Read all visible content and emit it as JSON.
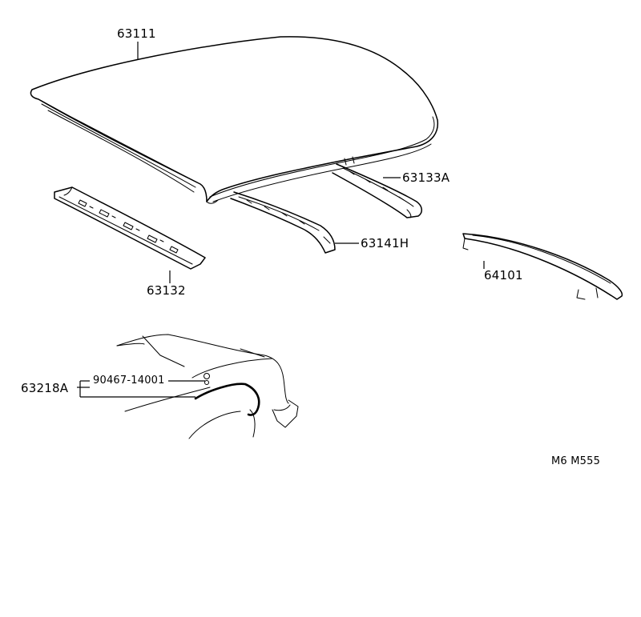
{
  "parts": {
    "roof_panel": "63111",
    "roof_rail_front": "63132",
    "roof_bow_rear": "63133A",
    "roof_bow_center": "63141H",
    "windshield_header": "64101",
    "wheel_arch_moulding": "63218A",
    "clip": "90467-14001"
  },
  "diagram_code": "M6 M555"
}
